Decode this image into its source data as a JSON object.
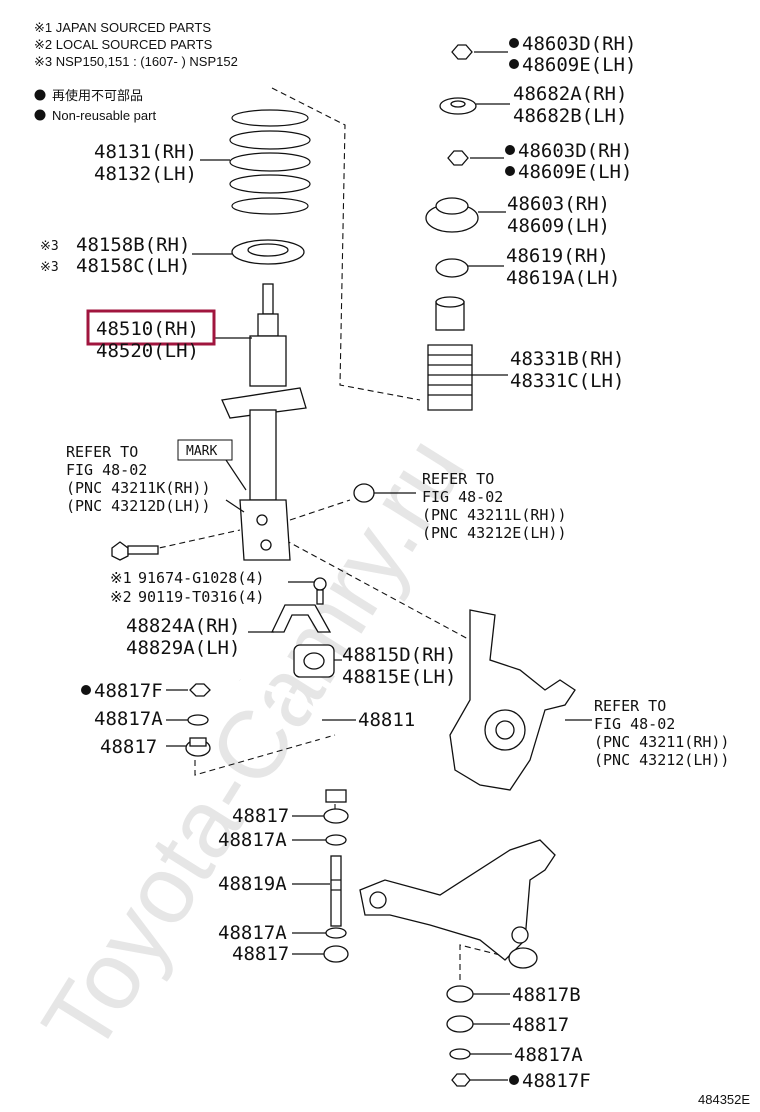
{
  "notes": {
    "n1": "※1 JAPAN SOURCED PARTS",
    "n2": "※2 LOCAL SOURCED PARTS",
    "n3": "※3 NSP150,151 : (1607-      ) NSP152",
    "nonreuse_jp": "再使用不可部品",
    "nonreuse_en": "Non-reusable part"
  },
  "watermark": "Toyota-Camry.ru",
  "figure_code": "484352E",
  "mark_label": "MARK",
  "labels": {
    "p48603D": "48603D(RH)",
    "p48609E": "48609E(LH)",
    "p48682A": "48682A(RH)",
    "p48682B": "48682B(LH)",
    "p48603D_2": "48603D(RH)",
    "p48609E_2": "48609E(LH)",
    "p48603": "48603(RH)",
    "p48609": "48609(LH)",
    "p48619": "48619(RH)",
    "p48619A": "48619A(LH)",
    "p48331B": "48331B(RH)",
    "p48331C": "48331C(LH)",
    "p48131": "48131(RH)",
    "p48132": "48132(LH)",
    "p48158B": "48158B(RH)",
    "p48158C": "48158C(LH)",
    "p48510": "48510(RH)",
    "p48520": "48520(LH)",
    "ref1_a": "REFER TO",
    "ref1_b": "FIG 48-02",
    "ref1_c": "(PNC 43211K(RH))",
    "ref1_d": "(PNC 43212D(LH))",
    "ref2_a": "REFER TO",
    "ref2_b": "FIG 48-02",
    "ref2_c": "(PNC 43211L(RH))",
    "ref2_d": "(PNC 43212E(LH))",
    "ref3_a": "REFER TO",
    "ref3_b": "FIG 48-02",
    "ref3_c": "(PNC 43211(RH))",
    "ref3_d": "(PNC 43212(LH))",
    "p91674": "91674-G1028(4)",
    "p90119": "90119-T0316(4)",
    "p48824A": "48824A(RH)",
    "p48829A": "48829A(LH)",
    "p48815D": "48815D(RH)",
    "p48815E": "48815E(LH)",
    "p48817F_top": "48817F",
    "p48817A_top": "48817A",
    "p48817_top": "48817",
    "p48811": "48811",
    "p48817_m1": "48817",
    "p48817A_m1": "48817A",
    "p48819A": "48819A",
    "p48817A_m2": "48817A",
    "p48817_m2": "48817",
    "p48817B": "48817B",
    "p48817_b": "48817",
    "p48817A_b": "48817A",
    "p48817F_b": "48817F"
  },
  "symbols": {
    "ref_mark": "※",
    "n1": "1",
    "n2": "2",
    "n3": "3"
  }
}
